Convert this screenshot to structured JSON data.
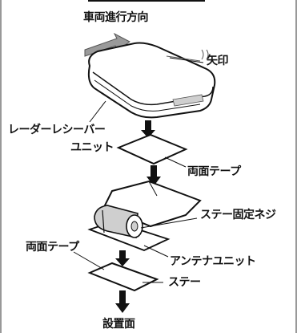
{
  "labels": {
    "direction": "車両進行方向",
    "arrow_mark": "矢印",
    "radar_receiver_unit_line1": "レーダーレシーバー",
    "radar_receiver_unit_line2": "ユニット",
    "double_tape_upper": "両面テープ",
    "stay_screw": "ステー固定ネジ",
    "double_tape_lower": "両面テープ",
    "antenna_unit": "アンテナユニット",
    "stay": "ステー",
    "install_surface": "設置面"
  },
  "colors": {
    "line": "#111111",
    "shade": "#cfcfcf",
    "fill": "#ffffff",
    "direction_arrow": "#9a9a9a"
  }
}
